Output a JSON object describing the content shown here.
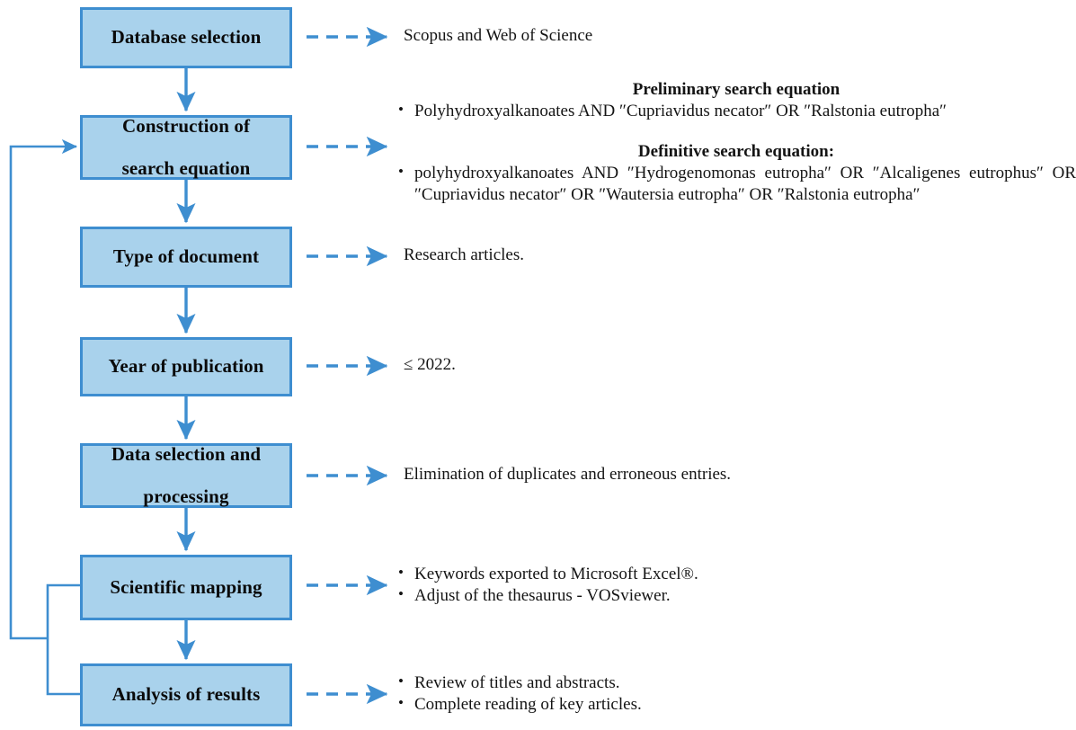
{
  "diagram": {
    "title": "Bibliometric review methodology flowchart",
    "colors": {
      "node_fill": "#a9d2ec",
      "node_border": "#3e8ed0",
      "connector": "#3e8ed0",
      "text": "#0a0a0a"
    },
    "nodes": [
      {
        "id": "database-selection",
        "label": "Database selection"
      },
      {
        "id": "construction-of-search-equation",
        "label_line1": "Construction of",
        "label_line2": "search equation"
      },
      {
        "id": "type-of-document",
        "label": "Type of document"
      },
      {
        "id": "year-of-publication",
        "label": "Year of publication"
      },
      {
        "id": "data-selection-and-processing",
        "label_line1": "Data selection and",
        "label_line2": "processing"
      },
      {
        "id": "scientific-mapping",
        "label": "Scientific mapping"
      },
      {
        "id": "analysis-of-results",
        "label": "Analysis of results"
      }
    ],
    "annotations": {
      "database_selection": "Scopus and Web of Science",
      "search_equation": {
        "preliminary_heading": "Preliminary search equation",
        "preliminary_item": "Polyhydroxyalkanoates AND ″Cupriavidus necator″ OR ″Ralstonia eutropha″",
        "definitive_heading": "Definitive search equation:",
        "definitive_item": "polyhydroxyalkanoates AND ″Hydrogenomonas eutropha″ OR ″Alcaligenes eutrophus″ OR ″Cupriavidus necator″ OR ″Wautersia eutropha″ OR ″Ralstonia eutropha″"
      },
      "type_of_document": "Research articles.",
      "year_of_publication": "≤ 2022.",
      "data_selection": "Elimination of duplicates and erroneous entries.",
      "scientific_mapping": [
        "Keywords exported to Microsoft Excel®.",
        "Adjust of the thesaurus - VOSviewer."
      ],
      "analysis_of_results": [
        "Review of titles and abstracts.",
        "Complete reading of key articles."
      ]
    }
  }
}
